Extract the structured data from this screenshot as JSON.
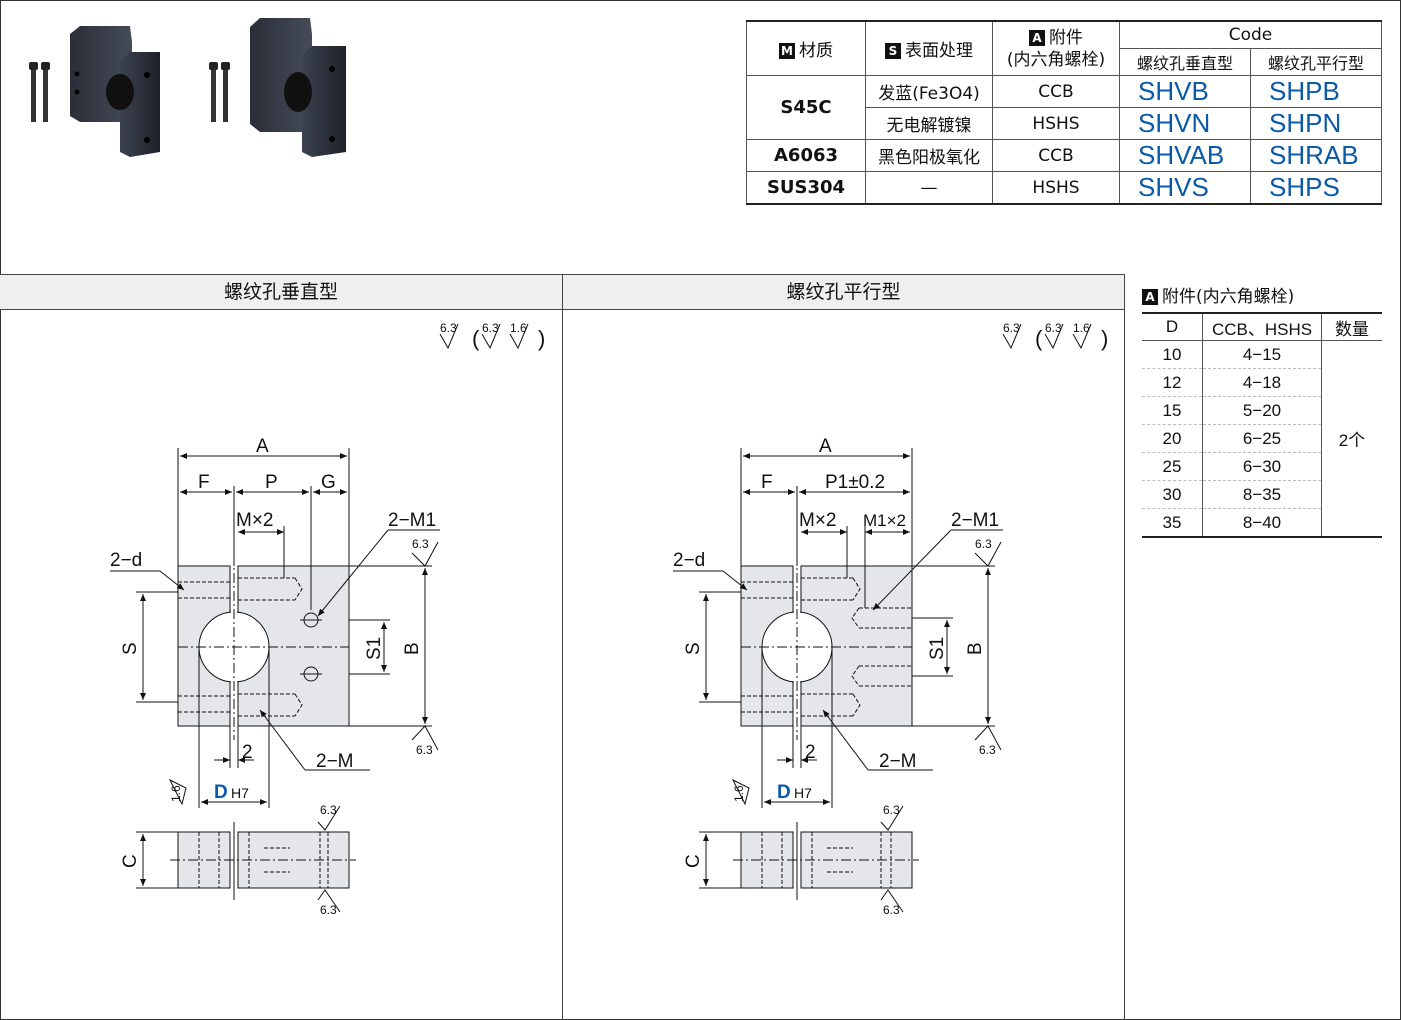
{
  "spec_table": {
    "header": {
      "material_badge": "M",
      "material": "材质",
      "surface_badge": "S",
      "surface": "表面处理",
      "accessory_badge": "A",
      "accessory": "附件",
      "accessory_sub": "(内六角螺栓)",
      "code": "Code",
      "code_vertical": "螺纹孔垂直型",
      "code_parallel": "螺纹孔平行型"
    },
    "rows": [
      {
        "material": "S45C",
        "surface": "发蓝(Fe3O4)",
        "accessory": "CCB",
        "vertical": "SHVB",
        "parallel": "SHPB"
      },
      {
        "material": "",
        "surface": "无电解镀镍",
        "accessory": "HSHS",
        "vertical": "SHVN",
        "parallel": "SHPN"
      },
      {
        "material": "A6063",
        "surface": "黑色阳极氧化",
        "accessory": "CCB",
        "vertical": "SHVAB",
        "parallel": "SHRAB"
      },
      {
        "material": "SUS304",
        "surface": "—",
        "accessory": "HSHS",
        "vertical": "SHVS",
        "parallel": "SHPS"
      }
    ]
  },
  "sections": {
    "vertical_title": "螺纹孔垂直型",
    "parallel_title": "螺纹孔平行型"
  },
  "roughness": {
    "main": "6.3",
    "alt1": "6.3",
    "alt2": "1.6",
    "bore": "1.6"
  },
  "drawing_vertical": {
    "A": "A",
    "F": "F",
    "P": "P",
    "G": "G",
    "MX2": "M×2",
    "M1": "2−M1",
    "d": "2−d",
    "S": "S",
    "S1": "S1",
    "B": "B",
    "two": "2",
    "M": "2−M",
    "D": "D",
    "H7": "H7",
    "C": "C"
  },
  "drawing_parallel": {
    "A": "A",
    "F": "F",
    "P1": "P1±0.2",
    "MX2": "M×2",
    "M1X2": "M1×2",
    "M1": "2−M1",
    "d": "2−d",
    "S": "S",
    "S1": "S1",
    "B": "B",
    "two": "2",
    "M": "2−M",
    "D": "D",
    "H7": "H7",
    "C": "C"
  },
  "accessory_table": {
    "badge": "A",
    "title": "附件(内六角螺栓)",
    "headers": [
      "D",
      "CCB、HSHS",
      "数量"
    ],
    "rows": [
      {
        "D": "10",
        "bolt": "4−15"
      },
      {
        "D": "12",
        "bolt": "4−18"
      },
      {
        "D": "15",
        "bolt": "5−20"
      },
      {
        "D": "20",
        "bolt": "6−25"
      },
      {
        "D": "25",
        "bolt": "6−30"
      },
      {
        "D": "30",
        "bolt": "8−35"
      },
      {
        "D": "35",
        "bolt": "8−40"
      }
    ],
    "quantity": "2个"
  },
  "colors": {
    "code_blue": "#0a5aa8",
    "part_fill": "#e4e6ea",
    "bar_bg": "#efefef"
  }
}
